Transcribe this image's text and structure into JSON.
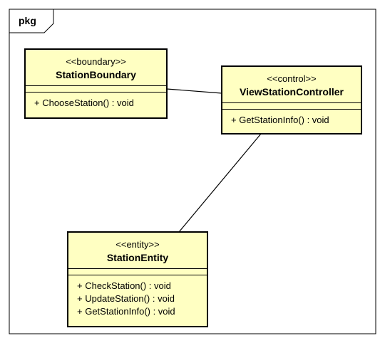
{
  "package": {
    "label": "pkg"
  },
  "classes": {
    "boundary": {
      "stereotype": "<<boundary>>",
      "name": "StationBoundary",
      "operations": [
        "+ ChooseStation() : void"
      ]
    },
    "control": {
      "stereotype": "<<control>>",
      "name": "ViewStationController",
      "operations": [
        "+ GetStationInfo() : void"
      ]
    },
    "entity": {
      "stereotype": "<<entity>>",
      "name": "StationEntity",
      "operations": [
        "+ CheckStation() : void",
        "+ UpdateStation() : void",
        "+ GetStationInfo() : void"
      ]
    }
  },
  "colors": {
    "class_fill": "#ffffc2",
    "stroke": "#000000"
  }
}
